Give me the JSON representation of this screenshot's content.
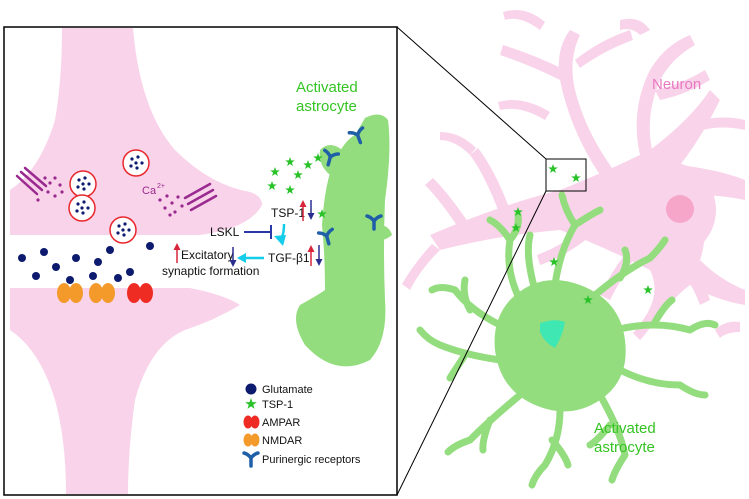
{
  "labels": {
    "neuron": "Neuron",
    "activated_astrocyte_inset_line1": "Activated",
    "activated_astrocyte_inset_line2": "astrocyte",
    "activated_astrocyte_main_line1": "Activated",
    "activated_astrocyte_main_line2": "astrocyte",
    "calcium": "Ca",
    "calcium_superscript": "2+",
    "tsp1": "TSP-1",
    "tgf_beta1": "TGF-β1",
    "lskl": "LSKL",
    "excitatory_line1": "Excitatory",
    "excitatory_line2": "synaptic formation"
  },
  "legend": {
    "items": [
      {
        "label": "Glutamate",
        "icon": "glutamate-dot-icon"
      },
      {
        "label": "TSP-1",
        "icon": "tsp1-star-icon"
      },
      {
        "label": "AMPAR",
        "icon": "ampar-receptor-icon"
      },
      {
        "label": "NMDAR",
        "icon": "nmdar-receptor-icon"
      },
      {
        "label": "Purinergic receptors",
        "icon": "purinergic-receptor-icon"
      }
    ]
  },
  "colors": {
    "neuron_pink": "#f9d3ea",
    "neuron_label": "#e879c0",
    "astrocyte_green": "#93dd7e",
    "astrocyte_label": "#35c424",
    "nucleus_pink": "#f6a6c8",
    "nucleus_teal": "#3fe7b3",
    "vesicle_border": "#e8262b",
    "glutamate_navy": "#0d1b6e",
    "star_green": "#29c229",
    "ampar_red": "#ef2c24",
    "nmdar_orange": "#f39a2a",
    "purinergic_blue": "#1f5fa8",
    "calcium_purple": "#9a2a8f",
    "arrow_up_red": "#d9253a",
    "arrow_down_navy": "#2a2d8f",
    "arrow_cyan": "#14cdea",
    "inhibit_blue": "#2a39a8"
  }
}
